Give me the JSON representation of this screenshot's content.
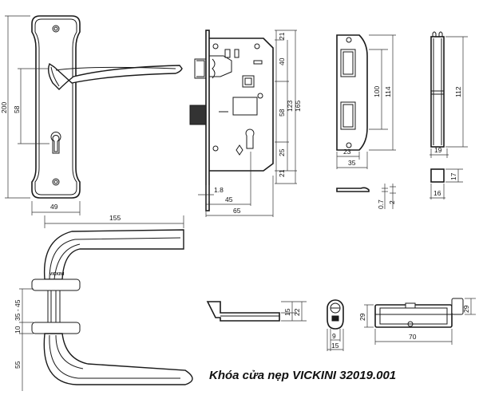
{
  "caption": "Khóa cửa nẹp VICKINI 32019.001",
  "plate": {
    "height": "200",
    "lever_to_key": "58",
    "width": "49"
  },
  "handle": {
    "length": "155",
    "rose_a": "35 - 45",
    "rose_b": "10",
    "rose_c": "55",
    "brand": "VICKINI"
  },
  "lockbody": {
    "d21_top": "21",
    "d40": "40",
    "d58": "58",
    "d123": "123",
    "d165": "165",
    "d25": "25",
    "d21_bot": "21",
    "d1_8": "1.8",
    "d45": "45",
    "d65": "65"
  },
  "strike": {
    "d23": "23",
    "d35": "35",
    "d100": "100",
    "d114": "114",
    "d0_7": "0.7",
    "d2": "2"
  },
  "faceplate": {
    "d19": "19",
    "d112": "112",
    "d16": "16",
    "d17": "17"
  },
  "spindle": {
    "d15": "15",
    "d22": "22"
  },
  "cylinder_small": {
    "d9": "9",
    "d15": "15"
  },
  "cylinder": {
    "d29_left": "29",
    "d29_right": "29",
    "d70": "70"
  }
}
